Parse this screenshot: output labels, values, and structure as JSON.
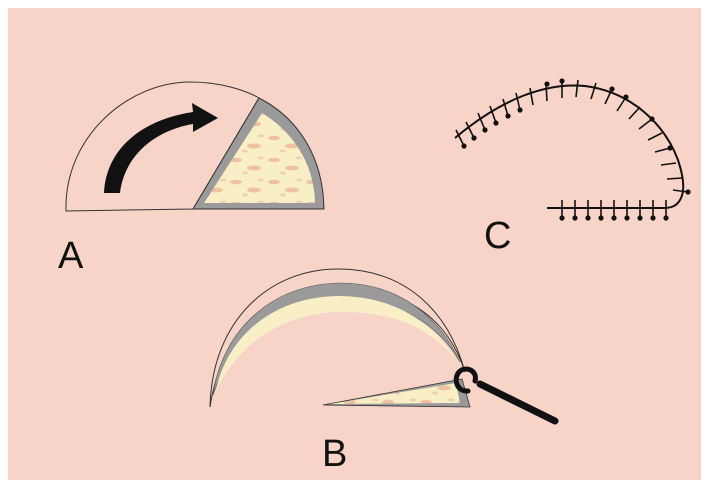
{
  "labels": {
    "a": "A",
    "b": "B",
    "c": "C"
  },
  "colors": {
    "background": "#f8d3c7",
    "frame": "#ffffff",
    "tissue": "#f8efc6",
    "tissue_spots": "#efc2a4",
    "rim": "#9a9a9a",
    "outline": "#222222",
    "arrow": "#111111",
    "suture": "#111111"
  },
  "icons": {
    "rotation_arrow": "curved-arrow-icon",
    "hook": "skin-hook-icon"
  }
}
